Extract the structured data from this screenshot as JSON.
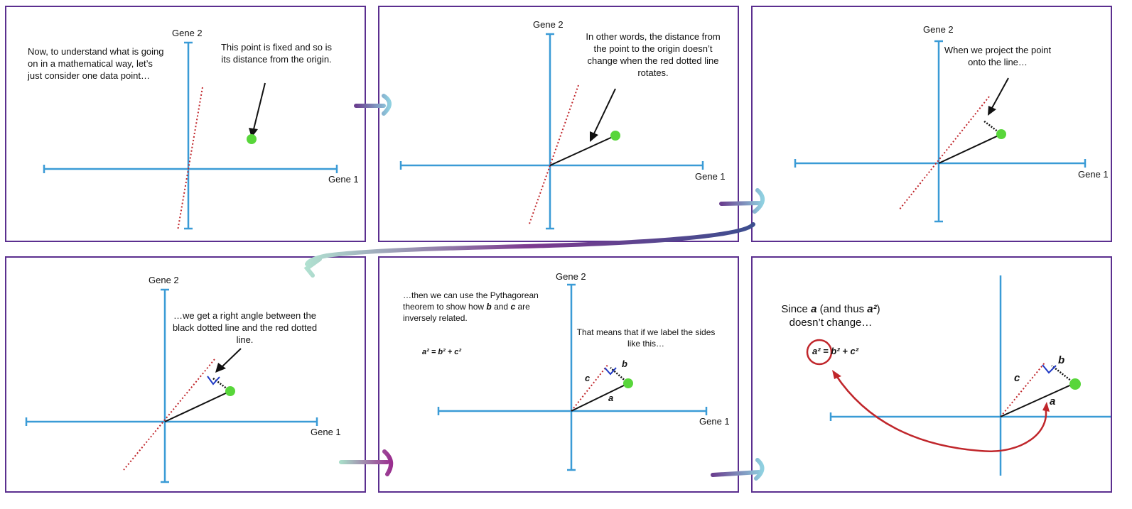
{
  "colors": {
    "frame": "#5b2f8f",
    "axis": "#3a9bd6",
    "red_line": "#c0262b",
    "point": "#58d63a",
    "right_angle": "#1f39c4",
    "arc": "#c0262b"
  },
  "panels": [
    {
      "id": "p1",
      "axis_x_label": "Gene 1",
      "axis_y_label": "Gene 2",
      "caption_left": "Now, to understand what is going on in a mathematical way, let’s just consider one data point…",
      "caption_right": "This point is fixed and so is its distance from the origin."
    },
    {
      "id": "p2",
      "axis_x_label": "Gene 1",
      "axis_y_label": "Gene 2",
      "caption": "In other words, the distance from the point to the origin doesn’t change when the red dotted line rotates."
    },
    {
      "id": "p3",
      "axis_x_label": "Gene 1",
      "axis_y_label": "Gene 2",
      "caption": "When we project the point onto the line…"
    },
    {
      "id": "p4",
      "axis_x_label": "Gene 1",
      "axis_y_label": "Gene 2",
      "caption": "…we get a right angle between the black dotted line and the red dotted line."
    },
    {
      "id": "p5",
      "axis_x_label": "Gene 1",
      "axis_y_label": "Gene 2",
      "caption_left_pre": "…then we can use the Pythagorean theorem to show how ",
      "caption_left_b": "b",
      "caption_left_mid": " and ",
      "caption_left_c": "c",
      "caption_left_post": " are inversely related.",
      "equation": "a² = b² + c²",
      "caption_right": "That means that if we label the sides like this…",
      "labels": {
        "a": "a",
        "b": "b",
        "c": "c"
      }
    },
    {
      "id": "p6",
      "caption_pre": "Since ",
      "caption_a": "a",
      "caption_mid": " (and thus ",
      "caption_a2": "a²",
      "caption_post": ")\ndoesn’t change…",
      "equation_circled": "a²",
      "equation_rest": " = b² + c²",
      "labels": {
        "a": "a",
        "b": "b",
        "c": "c"
      }
    }
  ]
}
